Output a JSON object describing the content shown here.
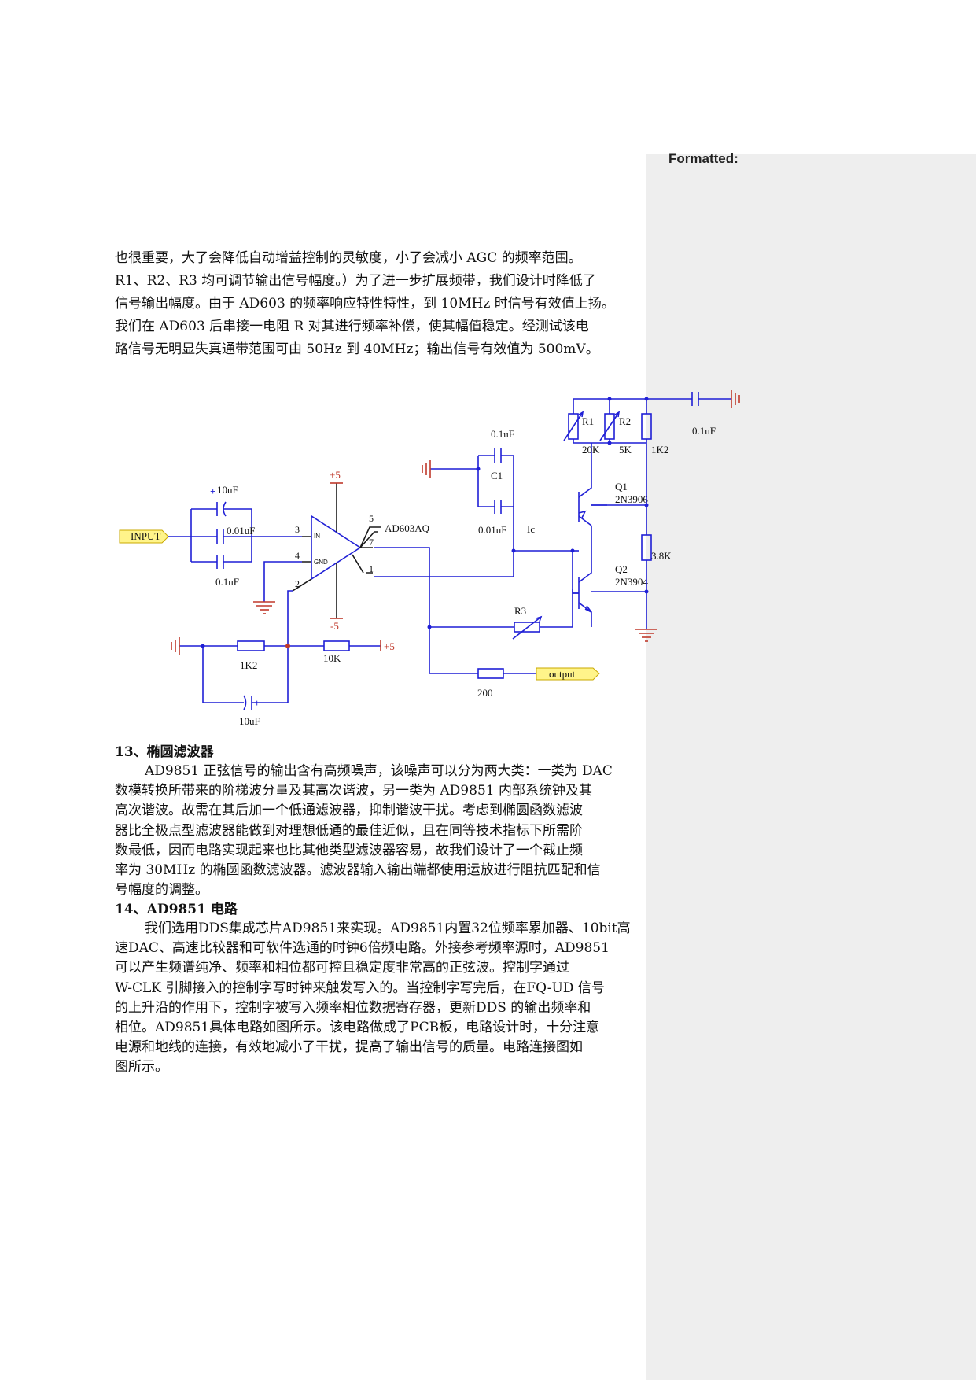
{
  "comment_pane": {
    "title": "Formatted:"
  },
  "intro_paragraph": {
    "lines": [
      "也很重要，大了会降低自动增益控制的灵敏度，小了会减小 AGC 的频率范围。",
      "R1、R2、R3 均可调节输出信号幅度。）为了进一步扩展频带，我们设计时降低了",
      "信号输出幅度。由于 AD603 的频率响应特性特性，到 10MHz 时信号有效值上扬。",
      "我们在 AD603 后串接一电阻 R 对其进行频率补偿，使其幅值稳定。经测试该电",
      "路信号无明显失真通带范围可由 50Hz 到 40MHz；输出信号有效值为 500mV。"
    ]
  },
  "schematic": {
    "labels": {
      "input_flag": "INPUT",
      "output_flag": "output",
      "cap_10uF_top": "10uF",
      "cap_001uF_in": "0.01uF",
      "cap_01uF_in": "0.1uF",
      "opamp_name": "AD603AQ",
      "opamp_in_label": "IN",
      "opamp_gnd_label": "GND",
      "pin_3": "3",
      "pin_4": "4",
      "pin_2": "2",
      "pin_5": "5",
      "pin_7": "7",
      "pin_1": "1",
      "supply_pos": "+5",
      "supply_neg": "-5",
      "supply_pos_right": "+5",
      "cap_c1_top_value": "0.1uF",
      "cap_c1_name": "C1",
      "cap_c1_bottom_value": "0.01uF",
      "current_label": "Ic",
      "r1_name": "R1",
      "r1_value": "20K",
      "r2_name": "R2",
      "r2_value": "5K",
      "r_1k2_top": "1K2",
      "cap_out_value": "0.1uF",
      "q1_name": "Q1",
      "q1_part": "2N3906",
      "q2_name": "Q2",
      "q2_part": "2N3904",
      "r_3k8": "3.8K",
      "r3_name": "R3",
      "r_1k2_bottom": "1K2",
      "r_10k": "10K",
      "cap_10uF_bottom": "10uF",
      "r_200": "200"
    }
  },
  "section13": {
    "title": "13、椭圆滤波器",
    "lines": [
      "AD9851 正弦信号的输出含有高频噪声，该噪声可以分为两大类：一类为 DAC",
      "数模转换所带来的阶梯波分量及其高次谐波，另一类为 AD9851 内部系统钟及其",
      "高次谐波。故需在其后加一个低通滤波器，抑制谐波干扰。考虑到椭圆函数滤波",
      "器比全极点型滤波器能做到对理想低通的最佳近似，且在同等技术指标下所需阶",
      "数最低，因而电路实现起来也比其他类型滤波器容易，故我们设计了一个截止频",
      "率为 30MHz 的椭圆函数滤波器。滤波器输入输出端都使用运放进行阻抗匹配和信",
      "号幅度的调整。"
    ]
  },
  "section14": {
    "title": "14、AD9851 电路",
    "lines": [
      "我们选用DDS集成芯片AD9851来实现。AD9851内置32位频率累加器、10bit高",
      "速DAC、高速比较器和可软件选通的时钟6倍频电路。外接参考频率源时，AD9851",
      "可以产生频谱纯净、频率和相位都可控且稳定度非常高的正弦波。控制字通过",
      "W-CLK 引脚接入的控制字写时钟来触发写入的。当控制字写完后，在FQ-UD 信号",
      "的上升沿的作用下，控制字被写入频率相位数据寄存器，更新DDS 的输出频率和",
      "相位。AD9851具体电路如图所示。该电路做成了PCB板，电路设计时，十分注意",
      "电源和地线的连接，有效地减小了干扰，提高了输出信号的质量。电路连接图如",
      "图所示。"
    ]
  }
}
